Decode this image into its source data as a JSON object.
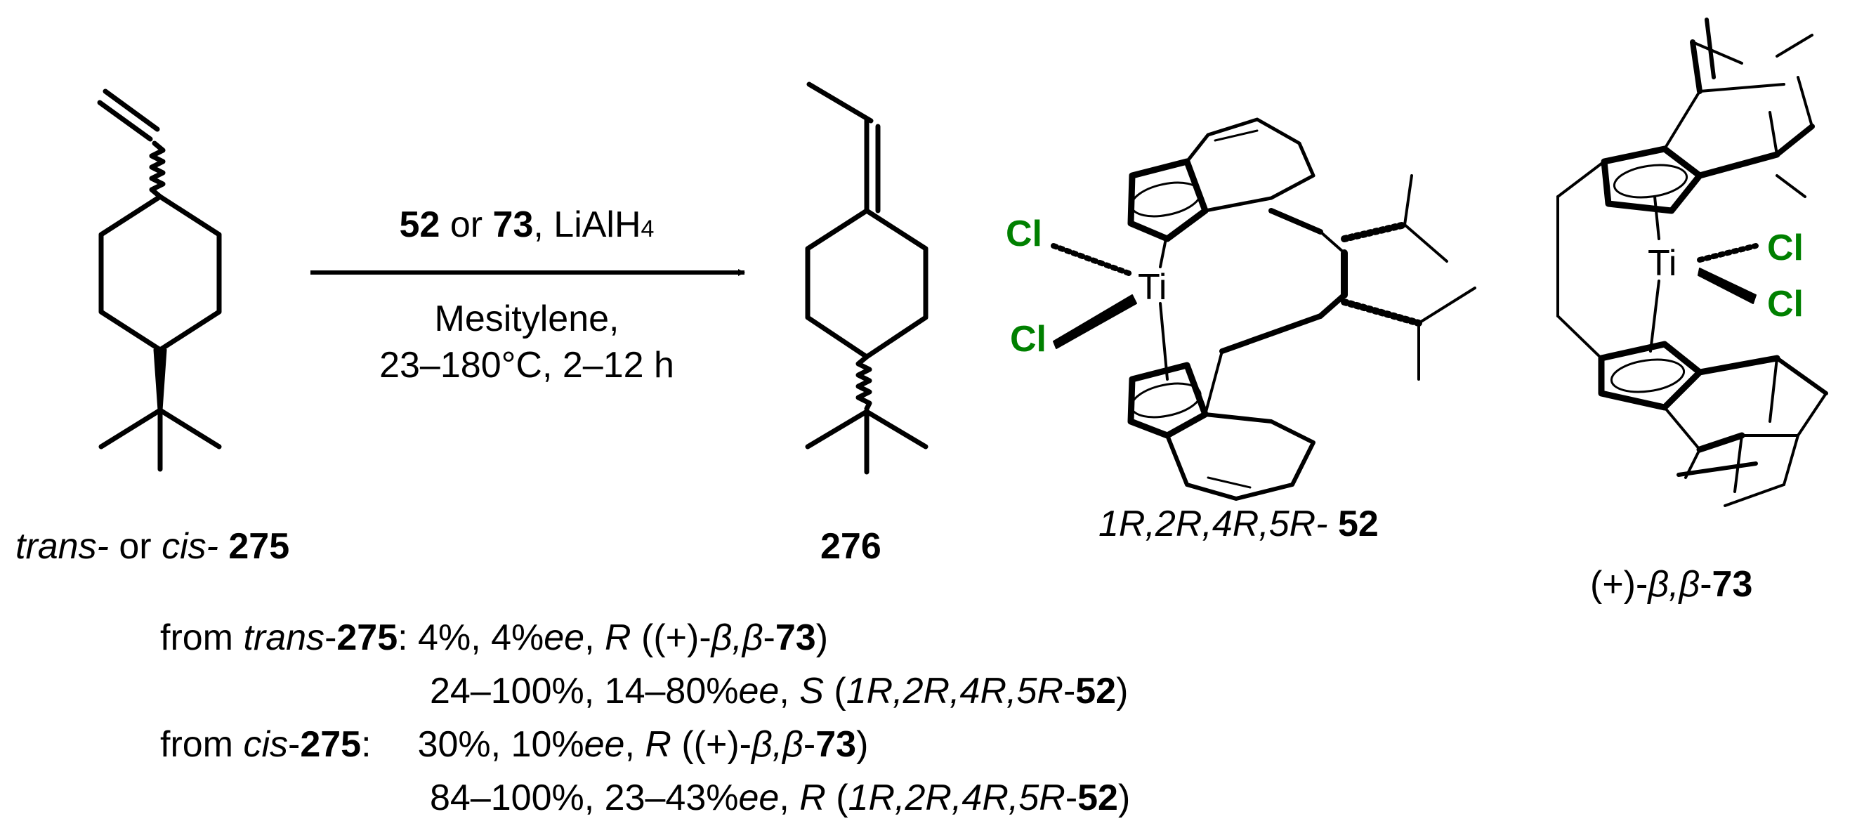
{
  "reaction": {
    "reagents": {
      "cat_a": "52",
      "or": " or ",
      "cat_b": "73",
      "rest": ", LiAlH",
      "sub4": "4"
    },
    "solvent": "Mesitylene,",
    "conditions": "23–180°C, 2–12 h"
  },
  "compounds": {
    "sm": {
      "italic1": "trans-",
      "or": " or ",
      "italic2": "cis-",
      "num": "275"
    },
    "product": {
      "num": "276"
    },
    "cat52": {
      "italic": "1R,2R,4R,5R-",
      "num": "52"
    },
    "cat73": {
      "prefix": "(+)-",
      "italic": "β,β",
      "dash": "-",
      "num": "73"
    }
  },
  "atoms": {
    "cl": "Cl",
    "ti": "Ti"
  },
  "results": {
    "r1": {
      "a": "from ",
      "b": "trans",
      "c": "-",
      "d": "275",
      "e": ": 4%, 4%",
      "f": "ee",
      "g": ", ",
      "h": "R",
      "i": " ((+)-",
      "j": "β,β",
      "k": "-",
      "l": "73",
      "m": ")"
    },
    "r2": {
      "a": "24–100%, 14–80%",
      "b": "ee",
      "c": ", ",
      "d": "S",
      "e": " (",
      "f": "1R,2R,4R,5R",
      "g": "-",
      "h": "52",
      "i": ")"
    },
    "r3": {
      "a": "from ",
      "b": "cis",
      "c": "-",
      "d": "275",
      "e": ":",
      "f": "30%, 10%",
      "g": "ee",
      "h": ", ",
      "i": "R",
      "j": " ((+)-",
      "k": "β,β",
      "l": "-",
      "m": "73",
      "n": ")"
    },
    "r4": {
      "a": "84–100%, 23–43%",
      "b": "ee",
      "c": ", ",
      "d": "R",
      "e": " (",
      "f": "1R,2R,4R,5R",
      "g": "-",
      "h": "52",
      "i": ")"
    }
  },
  "colors": {
    "chlorine": "#008000",
    "line": "#000000"
  }
}
